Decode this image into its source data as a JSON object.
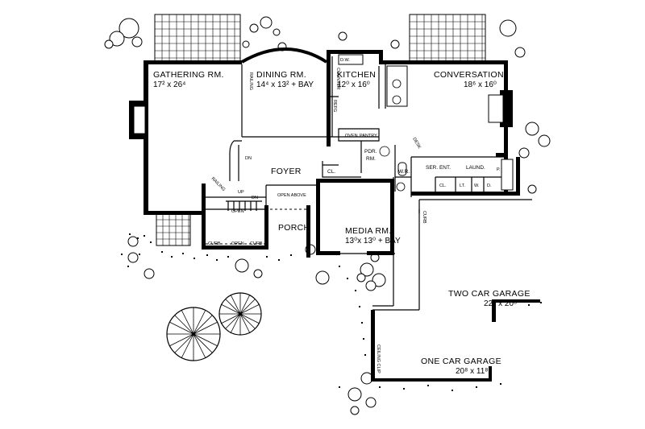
{
  "rooms": {
    "gathering": {
      "name": "GATHERING RM.",
      "dims": "17² x 26⁴"
    },
    "dining": {
      "name": "DINING RM.",
      "dims": "14⁴ x 13² + BAY"
    },
    "kitchen": {
      "name": "KITCHEN",
      "dims": "12⁰ x 16⁰"
    },
    "conversation": {
      "name": "CONVERSATION",
      "dims": "18⁶ x 16⁰"
    },
    "foyer": {
      "name": "FOYER"
    },
    "porch": {
      "name": "PORCH"
    },
    "media": {
      "name": "MEDIA RM.",
      "dims": "13⁰x 13⁰ + BAY"
    },
    "two_car_garage": {
      "name": "TWO CAR GARAGE",
      "dims": "22⁸ x 20⁸"
    },
    "one_car_garage": {
      "name": "ONE CAR GARAGE",
      "dims": "20⁸ x 11⁸"
    }
  },
  "labels": {
    "pdr": "PDR.",
    "pdr2": "RM.",
    "wr": "W.R.",
    "ser_ent": "SER. ENT.",
    "laund": "LAUND.",
    "cl1": "CL.",
    "cl2": "CL.",
    "oven": "OVEN",
    "pantry": "PANTRY",
    "open_above": "OPEN ABOVE",
    "open_stair": "OPEN",
    "open_curb": "OPEN",
    "curb1": "CURB",
    "curb2": "CURB",
    "curb3": "CURB",
    "up": "UP",
    "dn1": "DN",
    "dn2": "DN",
    "railing1": "RAILING",
    "railing2": "RAILING",
    "desk": "DESK",
    "refg": "REFG",
    "ceiling_clip": "CEILING CLIP",
    "dw": "D.W.",
    "counter": "COUNTER",
    "p": "P.",
    "lt": "LT.",
    "w": "W.",
    "d": "D."
  }
}
